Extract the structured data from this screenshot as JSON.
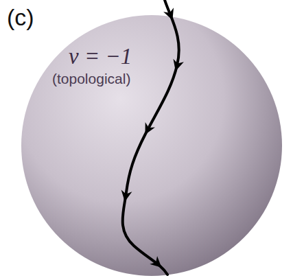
{
  "diagram": {
    "labels": [
      "(c)",
      "ν = −1",
      "(topological)"
    ]
  }
}
